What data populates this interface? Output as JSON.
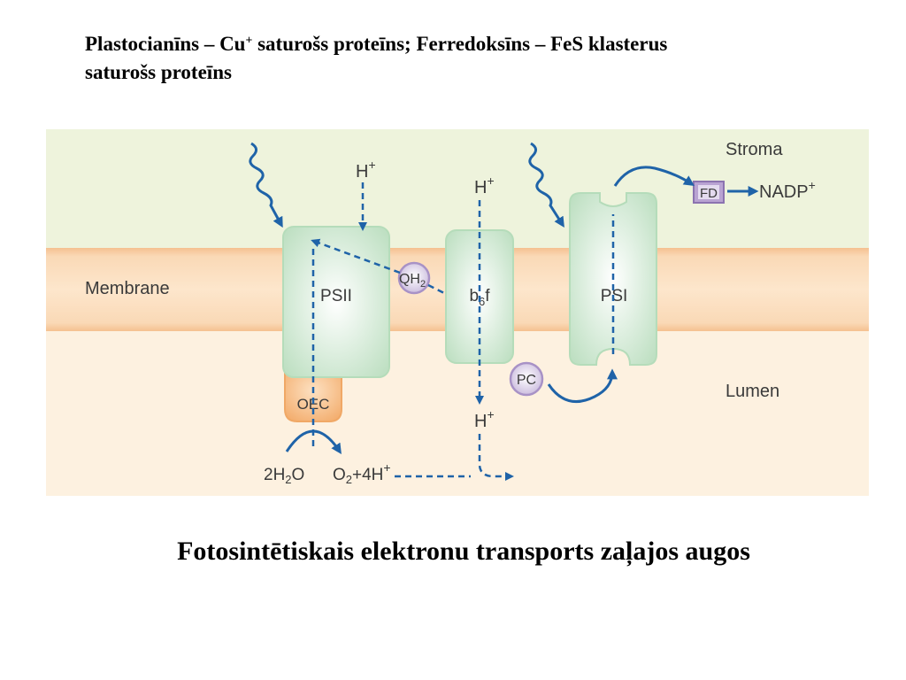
{
  "header": {
    "line1_a": "Plastocianīns – Cu",
    "line1_sup": "+",
    "line1_b": " saturošs proteīns;  Ferredoksīns – FeS klasterus",
    "line2": "saturošs proteīns"
  },
  "caption": "Fotosintētiskais elektronu transports zaļajos augos",
  "diagram": {
    "regions": {
      "stroma": "Stroma",
      "membrane": "Membrane",
      "lumen": "Lumen"
    },
    "complexes": {
      "psii": "PSII",
      "b6f": {
        "base": "b",
        "sub": "6",
        "rest": "f"
      },
      "psi": "PSI",
      "oec": "OEC"
    },
    "carriers": {
      "qh2": {
        "base": "QH",
        "sub": "2"
      },
      "pc": "PC",
      "fd": "FD"
    },
    "labels": {
      "h_stroma_1": {
        "base": "H",
        "sup": "+"
      },
      "h_stroma_2": {
        "base": "H",
        "sup": "+"
      },
      "h_lumen": {
        "base": "H",
        "sup": "+"
      },
      "nadp": {
        "base": "NADP",
        "sup": "+"
      },
      "water": {
        "pre": "2H",
        "sub": "2",
        "post": "O"
      },
      "oxygen": {
        "pre": "O",
        "sub": "2",
        "mid": "+4H",
        "sup": "+"
      }
    },
    "colors": {
      "stroma_bg": "#eef3dc",
      "membrane": "#f8d4ac",
      "lumen_bg": "#fdf1e0",
      "protein": "#cde6cf",
      "oec": "#f6b87c",
      "carrier": "#d8cce6",
      "fd": "#b9a3d2",
      "arrow": "#1f63a8"
    }
  }
}
